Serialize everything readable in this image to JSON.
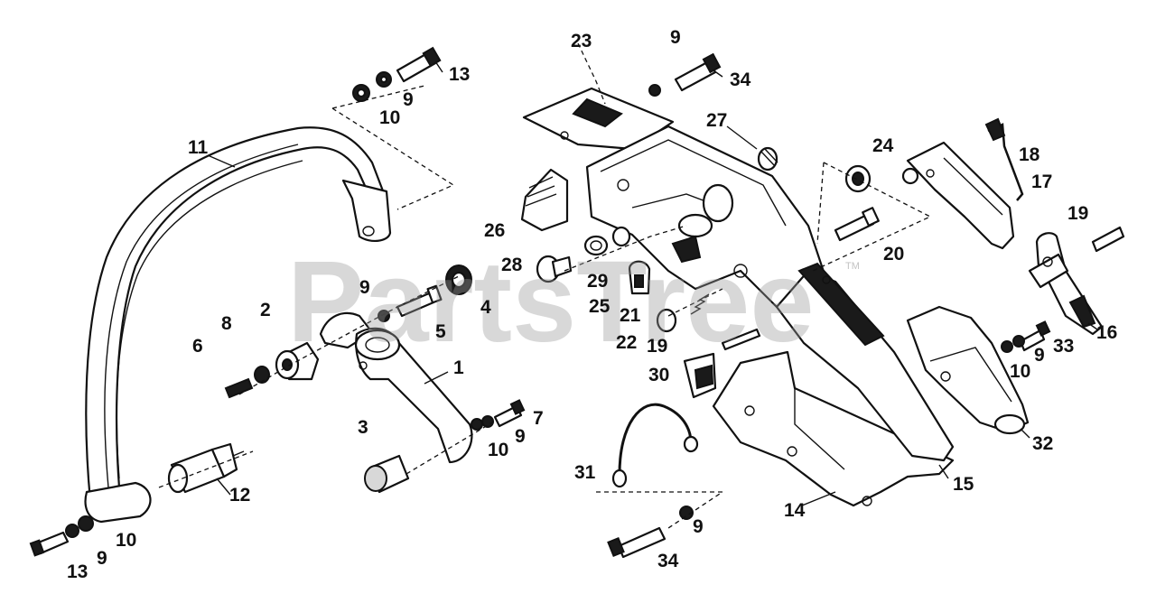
{
  "watermark": {
    "text": "PartsTree",
    "trademark": "TM"
  },
  "callouts": [
    "1",
    "2",
    "3",
    "4",
    "5",
    "6",
    "7",
    "8",
    "9",
    "10",
    "11",
    "12",
    "13",
    "14",
    "15",
    "16",
    "17",
    "18",
    "19",
    "20",
    "21",
    "22",
    "23",
    "24",
    "25",
    "26",
    "27",
    "28",
    "29",
    "30",
    "31",
    "32",
    "33",
    "34"
  ],
  "colors": {
    "ink": "#111111",
    "paper": "#ffffff",
    "watermark": "#9a9a9a"
  }
}
